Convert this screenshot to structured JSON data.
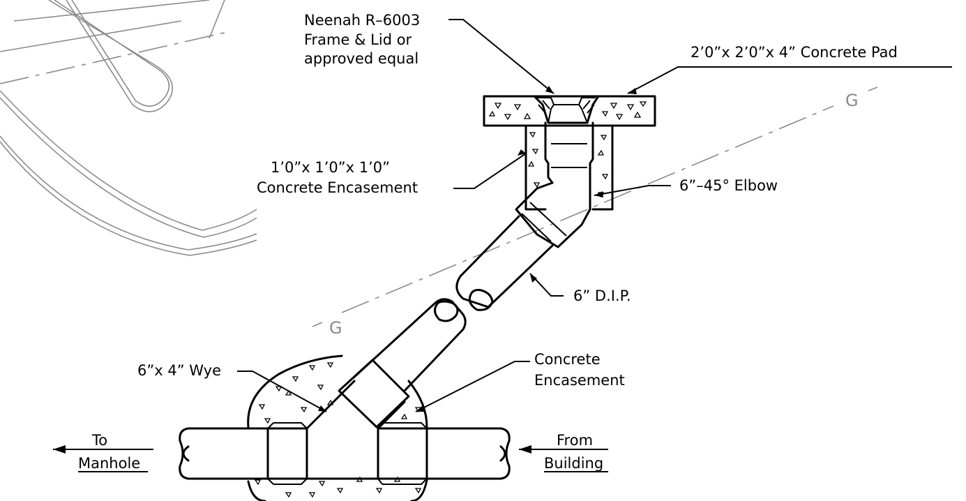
{
  "labels": {
    "frame_lid": [
      "Neenah R–6003",
      "Frame & Lid or",
      "approved equal"
    ],
    "pad": "2’0”x 2’0”x 4”  Concrete Pad",
    "encasement_cube": [
      "1’0”x 1’0”x 1’0”",
      "Concrete Encasement"
    ],
    "elbow": "6”–45°  Elbow",
    "pipe": "6”  D.I.P.",
    "wye": "6”x 4”  Wye",
    "wye_encasement": [
      "Concrete",
      "Encasement"
    ],
    "to_manhole": [
      "To",
      "Manhole"
    ],
    "from_building": [
      "From",
      "Building"
    ],
    "gas_line": "G"
  }
}
